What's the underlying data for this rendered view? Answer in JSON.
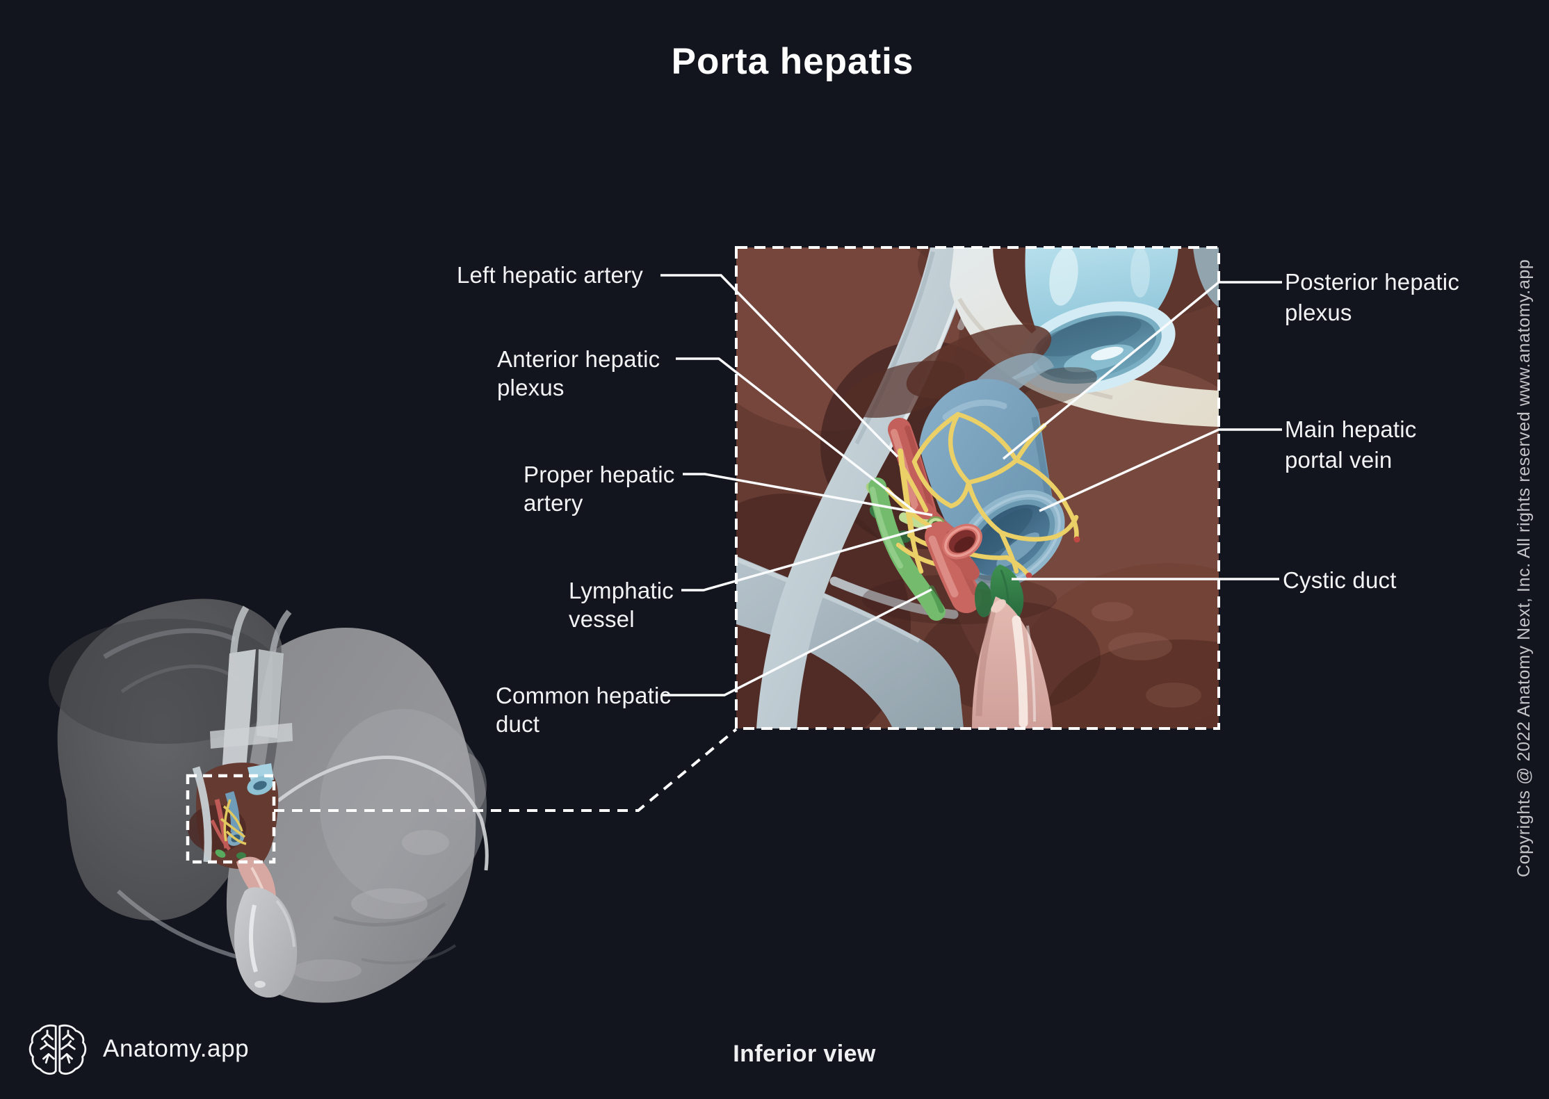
{
  "title": "Porta hepatis",
  "caption": "Inferior view",
  "brand": {
    "name": "Anatomy.app",
    "logo_icon": "brain-icon"
  },
  "copyright": "Copyrights @ 2022 Anatomy Next, Inc. All rights reserved www.anatomy.app",
  "labels": {
    "left": [
      {
        "id": "left-hepatic-artery",
        "lines": [
          "Left hepatic artery"
        ]
      },
      {
        "id": "anterior-hepatic-plexus",
        "lines": [
          "Anterior hepatic",
          "plexus"
        ]
      },
      {
        "id": "proper-hepatic-artery",
        "lines": [
          "Proper hepatic",
          "artery"
        ]
      },
      {
        "id": "lymphatic-vessel",
        "lines": [
          "Lymphatic",
          "vessel"
        ]
      },
      {
        "id": "common-hepatic-duct",
        "lines": [
          "Common hepatic",
          "duct"
        ]
      }
    ],
    "right": [
      {
        "id": "posterior-hepatic-plexus",
        "lines": [
          "Posterior hepatic",
          "plexus"
        ]
      },
      {
        "id": "main-hepatic-portal-vein",
        "lines": [
          "Main hepatic",
          "portal vein"
        ]
      },
      {
        "id": "cystic-duct",
        "lines": [
          "Cystic duct"
        ]
      }
    ]
  },
  "colors": {
    "background": "#12151d",
    "label_text": "#f2f3f5",
    "leader_line": "#fafbfc",
    "tissue_brown": "#6b4038",
    "ligament_white": "#c9d6dc",
    "artery_red": "#c4605b",
    "portal_vein_blue": "#7ba6c2",
    "vena_cava_blue": "#a9d4e5",
    "nerve_plexus_yellow": "#ead066",
    "lymph_green": "#b7d88e",
    "hepatic_duct_green": "#5cb763",
    "cystic_duct_green": "#2f7c44",
    "gallbladder_pink": "#ddb2aa",
    "liver_gray_dark": "#4b4c50",
    "liver_gray_light": "#8e9093"
  }
}
